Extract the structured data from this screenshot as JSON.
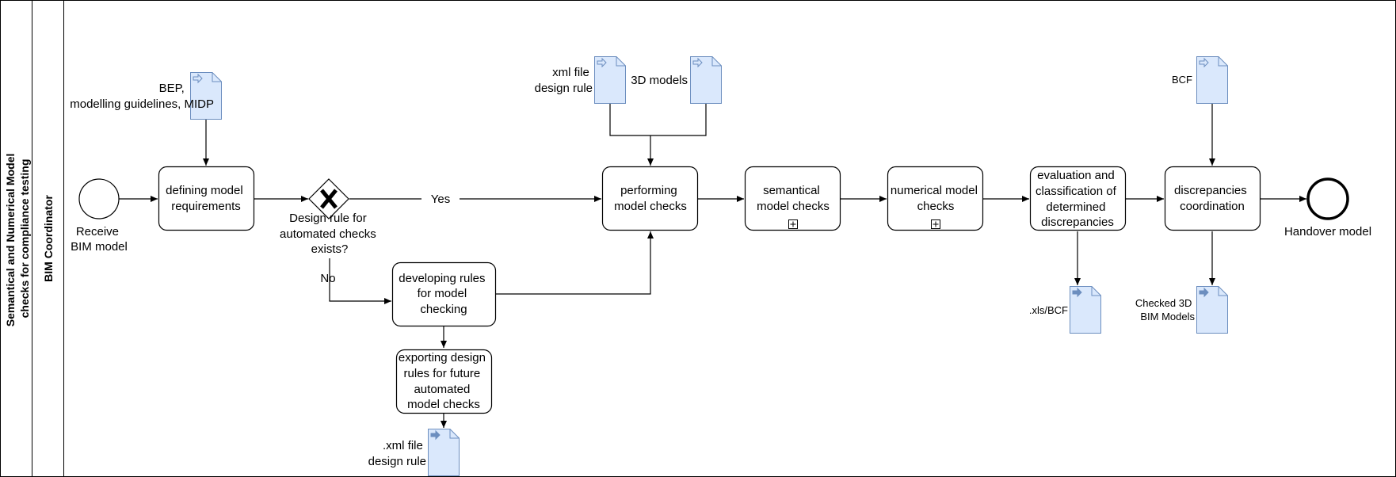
{
  "pool": {
    "title_line1": "Semantical and Numerical Model",
    "title_line2": "checks for compliance testing",
    "lane": "BIM Coordinator"
  },
  "events": {
    "start_line1": "Receive",
    "start_line2": "BIM model",
    "end": "Handover model"
  },
  "gateway": {
    "line1": "Design rule for",
    "line2": "automated checks",
    "line3": "exists?",
    "yes": "Yes",
    "no": "No"
  },
  "tasks": {
    "define_line1": "defining model",
    "define_line2": "requirements",
    "develop_line1": "developing rules",
    "develop_line2": "for model",
    "develop_line3": "checking",
    "export_line1": "exporting design",
    "export_line2": "rules for future",
    "export_line3": "automated",
    "export_line4": "model checks",
    "perform_line1": "performing",
    "perform_line2": "model checks",
    "semantic_line1": "semantical",
    "semantic_line2": "model checks",
    "numeric_line1": "numerical model",
    "numeric_line2": "checks",
    "eval_line1": "evaluation and",
    "eval_line2": "classification of",
    "eval_line3": "determined",
    "eval_line4": "discrepancies",
    "discrep_line1": "discrepancies",
    "discrep_line2": "coordination"
  },
  "data_objects": {
    "bep_line1": "BEP,",
    "bep_line2": "modelling guidelines, MIDP",
    "xml_in_line1": "xml file",
    "xml_in_line2": "design rule",
    "models_3d": "3D models",
    "bcf": "BCF",
    "xml_out_line1": ".xml file",
    "xml_out_line2": "design rule",
    "xls_bcf": ".xls/BCF",
    "checked_line1": "Checked 3D",
    "checked_line2": "BIM Models"
  },
  "colors": {
    "line": "#000000",
    "doc_fill": "#dae8fc",
    "doc_stroke": "#6c8ebf"
  }
}
